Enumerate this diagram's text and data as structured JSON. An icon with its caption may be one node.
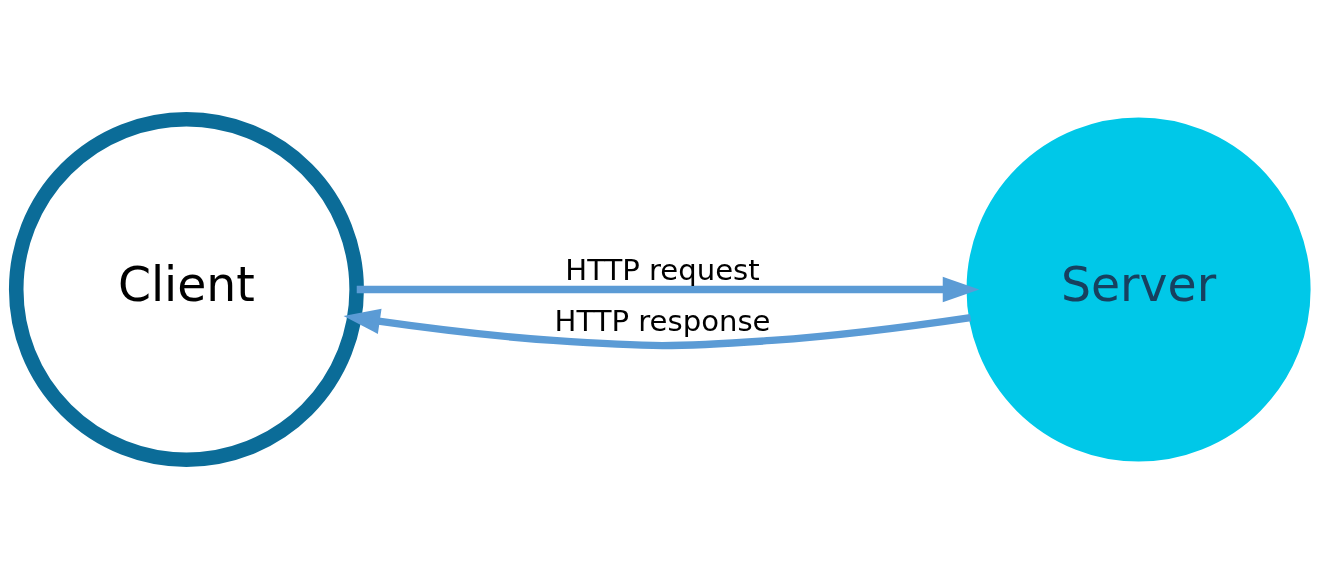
{
  "diagram": {
    "nodes": [
      {
        "text": [
          "Client"
        ]
      },
      {
        "text": [
          "Server"
        ]
      }
    ],
    "edges": [
      {
        "from": 0,
        "to": 1,
        "arrow": "to",
        "label": "HTTP request"
      },
      {
        "from": 1,
        "to": 0,
        "arrow": "to",
        "label": "HTTP response"
      }
    ]
  }
}
